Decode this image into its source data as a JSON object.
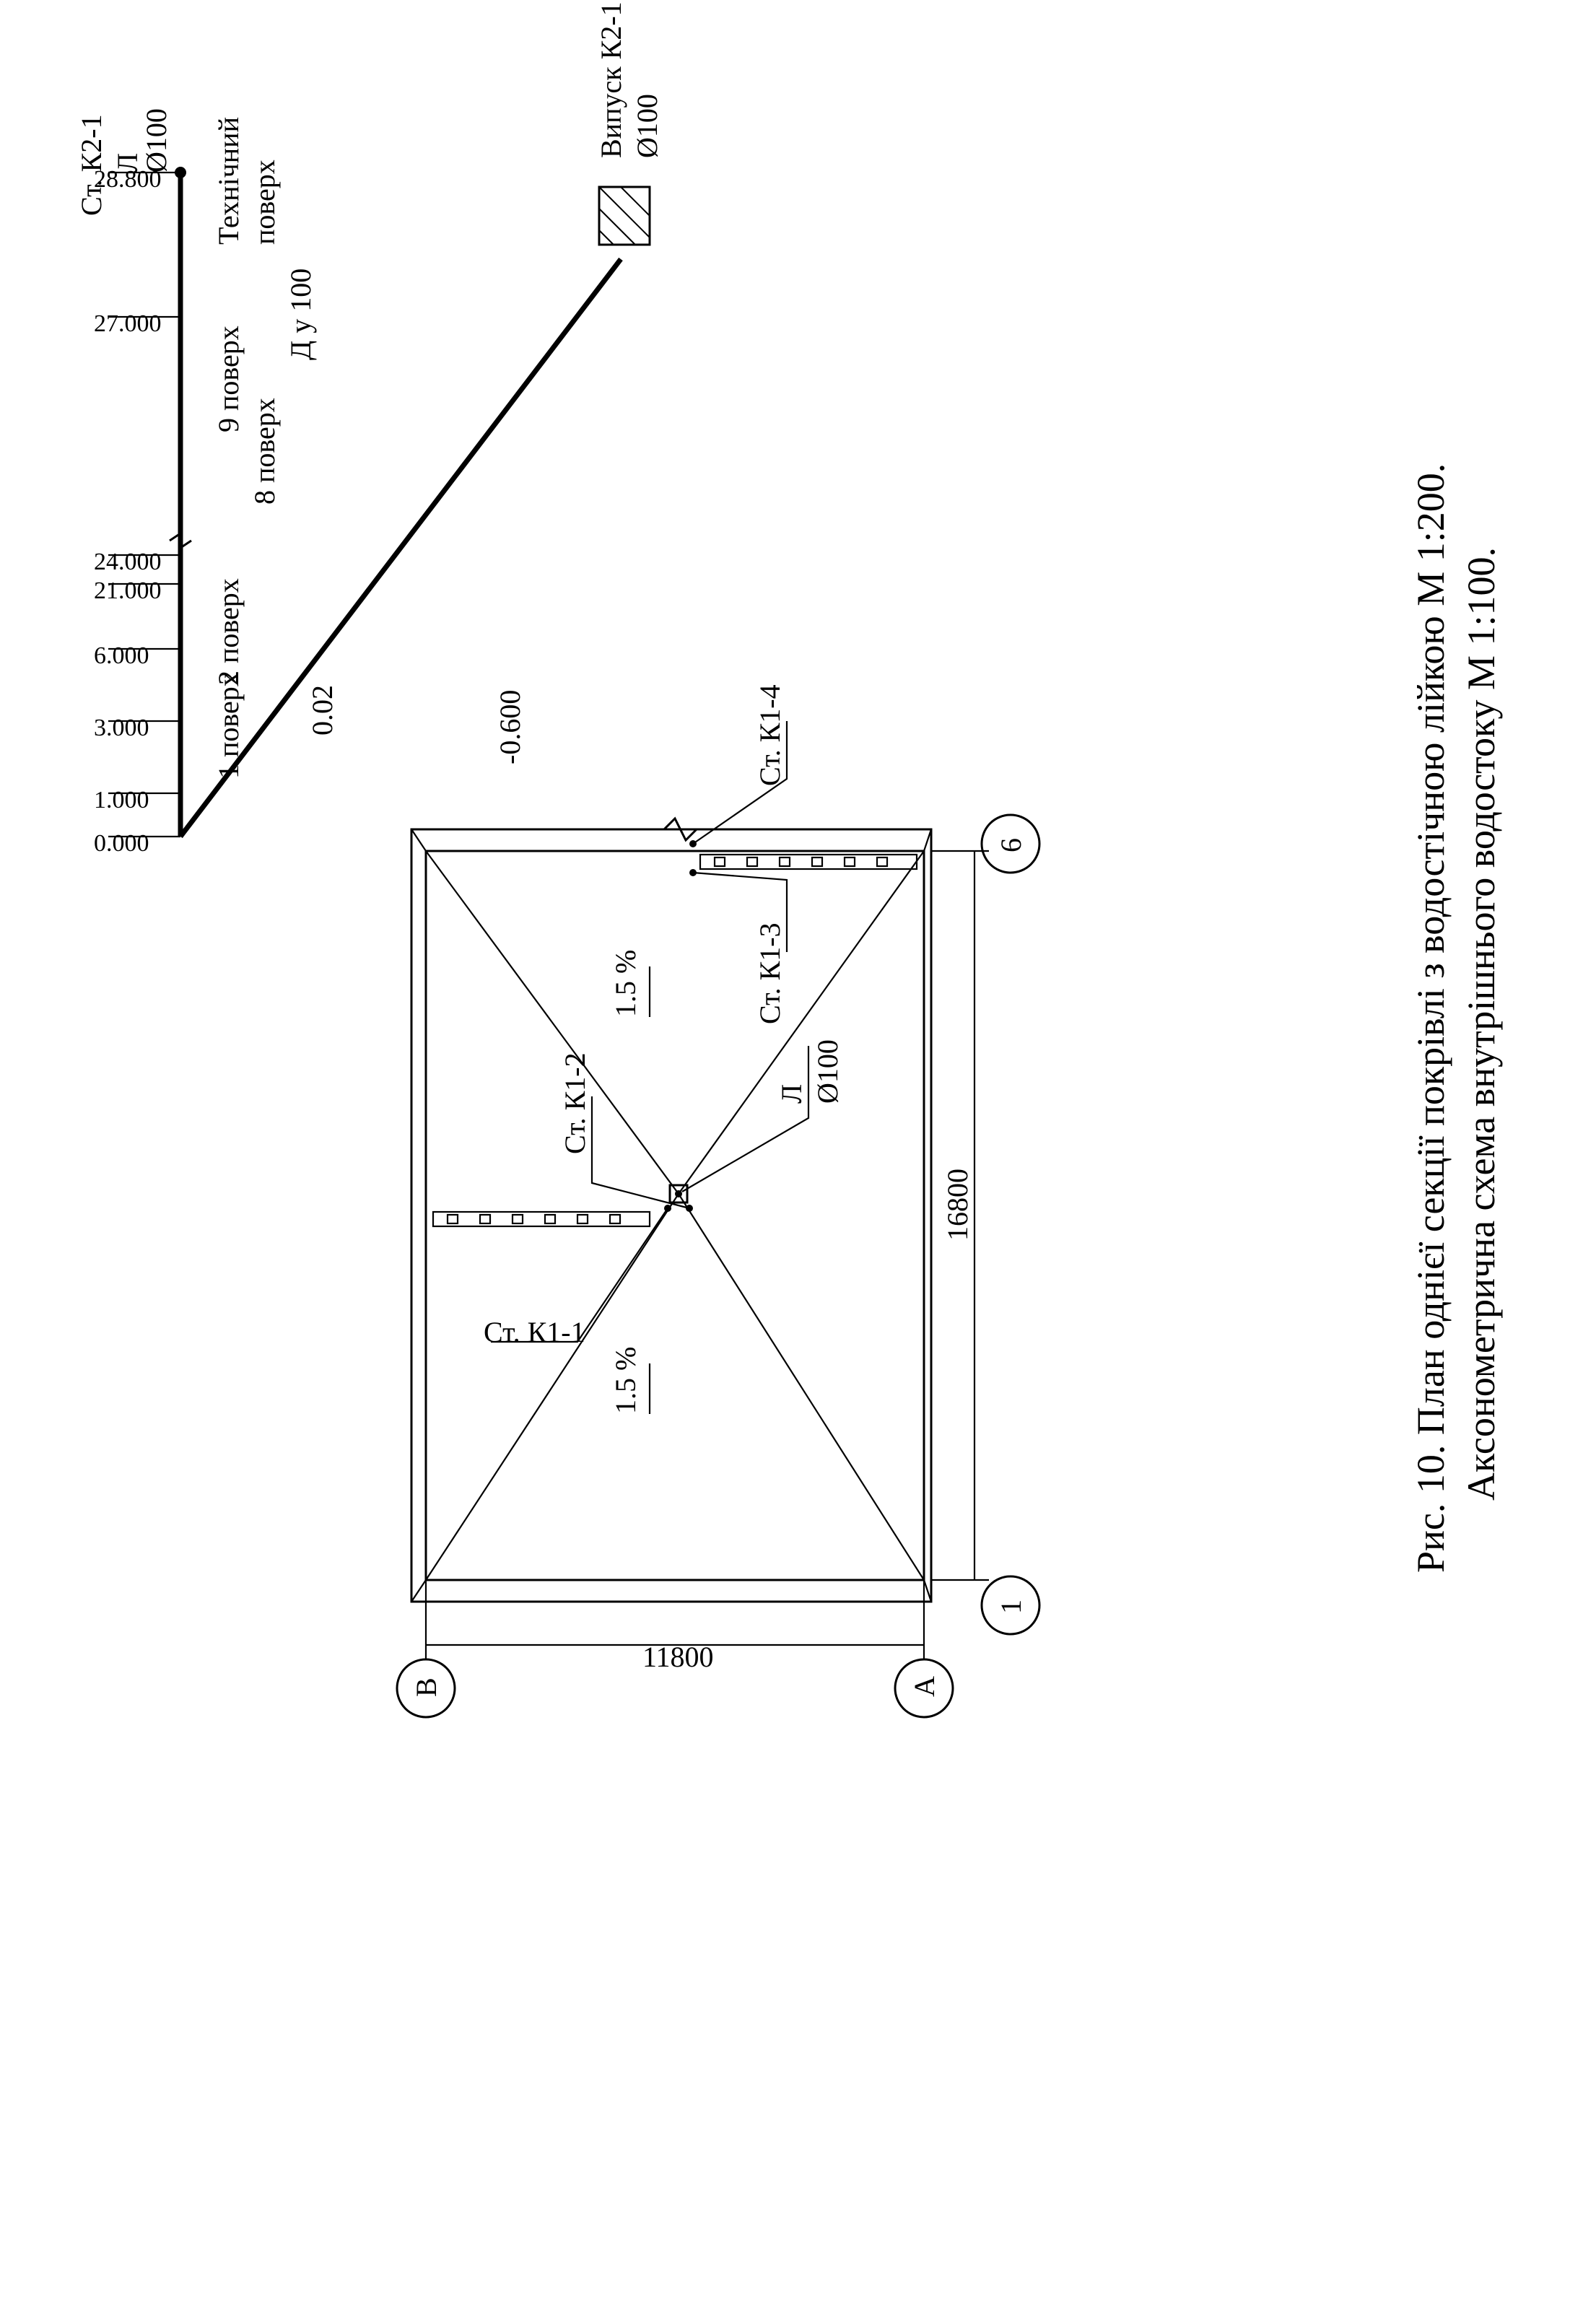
{
  "plan": {
    "axes": {
      "v_top": "В",
      "v_bottom": "А",
      "h_left": "1",
      "h_right": "6"
    },
    "dimensions": {
      "width": "11800",
      "length": "16800"
    },
    "slopes": [
      "1.5 %",
      "1.5 %"
    ],
    "funnel": {
      "type": "Л",
      "diameter": "Ø100"
    },
    "risers": {
      "k1_1": "Ст. К1-1",
      "k1_2": "Ст. К1-2",
      "k1_3": "Ст. К1-3",
      "k1_4": "Ст. К1-4"
    }
  },
  "schema": {
    "riser": "Ст. К2-1",
    "funnel": {
      "type": "Л",
      "diameter": "Ø100"
    },
    "pipe": "Д у 100",
    "outlet": {
      "name": "Випуск К2-1",
      "diameter": "Ø100"
    },
    "slope": "0.02",
    "outlet_level": "-0.600",
    "floors": [
      "Технічний",
      "поверх",
      "9 поверх",
      "8 поверх",
      "2 поверх",
      "1 поверх"
    ],
    "levels": [
      "28.800",
      "27.000",
      "24.000",
      "21.000",
      "6.000",
      "3.000",
      "1.000",
      "0.000"
    ]
  },
  "caption": {
    "line1": "Рис. 10. План однієї секції покрівлі з водостічною лійкою М 1:200.",
    "line2": "Аксонометрична схема внутрішнього водостоку М 1:100."
  }
}
